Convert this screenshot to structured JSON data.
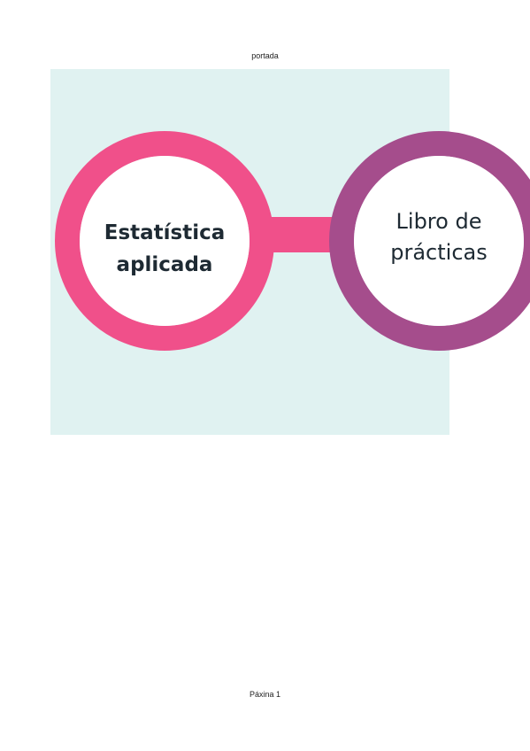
{
  "header": {
    "title": "portada"
  },
  "cover": {
    "left_circle": {
      "line1": "Estatística",
      "line2": "aplicada",
      "ring_color": "#f0508a"
    },
    "right_circle": {
      "line1": "Libro de",
      "line2": "prácticas",
      "ring_color": "#a54d8c"
    },
    "connector_color": "#f0508a",
    "background_color": "#e0f2f1"
  },
  "footer": {
    "page_label": "Páxina 1"
  }
}
